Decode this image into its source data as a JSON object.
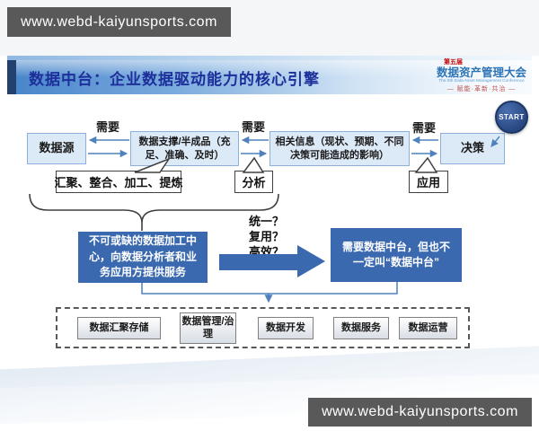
{
  "watermarks": {
    "top": "www.webd-kaiyunsports.com",
    "bottom": "www.webd-kaiyunsports.com"
  },
  "header": {
    "title": "数据中台：企业数据驱动能力的核心引擎",
    "conference": {
      "edition": "第五届",
      "name": "数据资产管理大会",
      "name_en": "The 5th Data Asset Management Conference",
      "slogan": "— 赋能·革新·共治 —"
    },
    "start_button_label": "START"
  },
  "flow": {
    "need_labels": [
      "需要",
      "需要",
      "需要"
    ],
    "nodes": [
      {
        "label": "数据源"
      },
      {
        "label": "数据支撑/半成品（充足、准确、及时）"
      },
      {
        "label": "相关信息（现状、预期、不同决策可能造成的影响）"
      },
      {
        "label": "决策"
      }
    ],
    "process_callouts": [
      {
        "label": "汇聚、整合、加工、提炼"
      },
      {
        "label": "分析"
      },
      {
        "label": "应用"
      }
    ]
  },
  "middle": {
    "questions": [
      "统一？",
      "复用？",
      "高效？"
    ],
    "data_center_box": "不可或缺的数据加工中心，向数据分析者和业务应用方提供服务",
    "conclusion_box": "需要数据中台，但也不一定叫“数据中台”"
  },
  "platform": {
    "modules": [
      "数据汇聚存储",
      "数据管理/治理",
      "数据开发",
      "数据服务",
      "数据运营"
    ]
  },
  "colors": {
    "accent_blue": "#3b69b0",
    "connector_blue": "#4f81bd",
    "light_box_fill": "#dce9f6",
    "light_box_border": "#8cb0d8",
    "watermark_bar": "#595959",
    "title_text": "#1d2f9a"
  }
}
